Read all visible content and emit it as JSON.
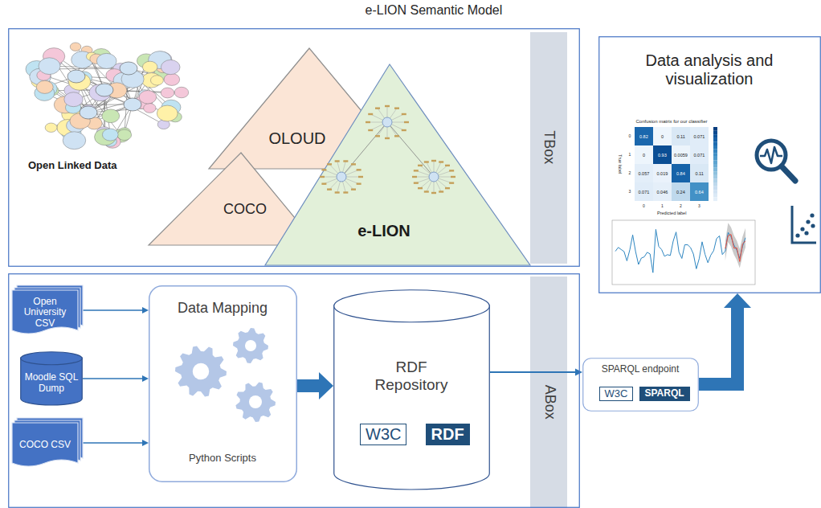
{
  "diagram": {
    "title": "e-LION Semantic Model",
    "nodes": [
      {
        "text": [
          "TBox"
        ]
      },
      {
        "text": [
          "OLOUD"
        ],
        "in": 0
      },
      {
        "text": [
          "COCO"
        ],
        "in": 0
      },
      {
        "text": [
          "e-LION"
        ],
        "in": 0
      },
      {
        "text": [
          "ABox"
        ]
      },
      {
        "text": [
          "Open University CSV"
        ],
        "in": 4
      },
      {
        "text": [
          "Moodle SQL Dump"
        ],
        "in": 4
      },
      {
        "text": [
          "COCO CSV"
        ],
        "in": 4
      },
      {
        "text": [
          "Data Mapping",
          "Python Scripts"
        ],
        "in": 4
      },
      {
        "text": [
          "RDF Repository",
          "W3C",
          "RDF"
        ],
        "in": 4
      },
      {
        "text": [
          "SPARQL endpoint",
          "W3C",
          "SPARQL"
        ]
      },
      {
        "text": [
          "Data analysis and visualization"
        ]
      }
    ],
    "edges": [
      {
        "from": 5,
        "to": 8,
        "arrow": "to"
      },
      {
        "from": 6,
        "to": 8,
        "arrow": "to"
      },
      {
        "from": 7,
        "to": 8,
        "arrow": "to"
      },
      {
        "from": 8,
        "to": 9,
        "arrow": "to"
      },
      {
        "from": 9,
        "to": 10,
        "arrow": "to"
      },
      {
        "from": 10,
        "to": 11,
        "arrow": "to"
      }
    ],
    "labels": [
      "Open Linked Data",
      "Confusion matrix for our classifier",
      "0.82",
      "0",
      "0.11",
      "0.071",
      "0",
      "0.93",
      "0.0059",
      "0.071",
      "0.057",
      "0.019",
      "0.84",
      "0.11",
      "0.071",
      "0.046",
      "0.24",
      "0.64",
      "True label",
      "Predicted label",
      "0",
      "1",
      "2",
      "3",
      "0",
      "1",
      "2",
      "3"
    ]
  }
}
